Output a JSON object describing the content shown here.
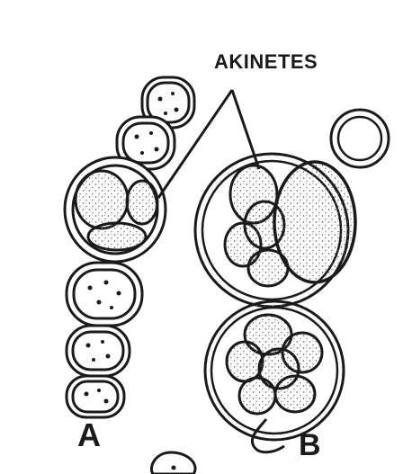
{
  "figure": {
    "labels": {
      "akinetes": "AKINETES",
      "panel_a": "A",
      "panel_b": "B"
    },
    "colors": {
      "ink": "#1a1a1a",
      "background": "#ffffff"
    }
  }
}
